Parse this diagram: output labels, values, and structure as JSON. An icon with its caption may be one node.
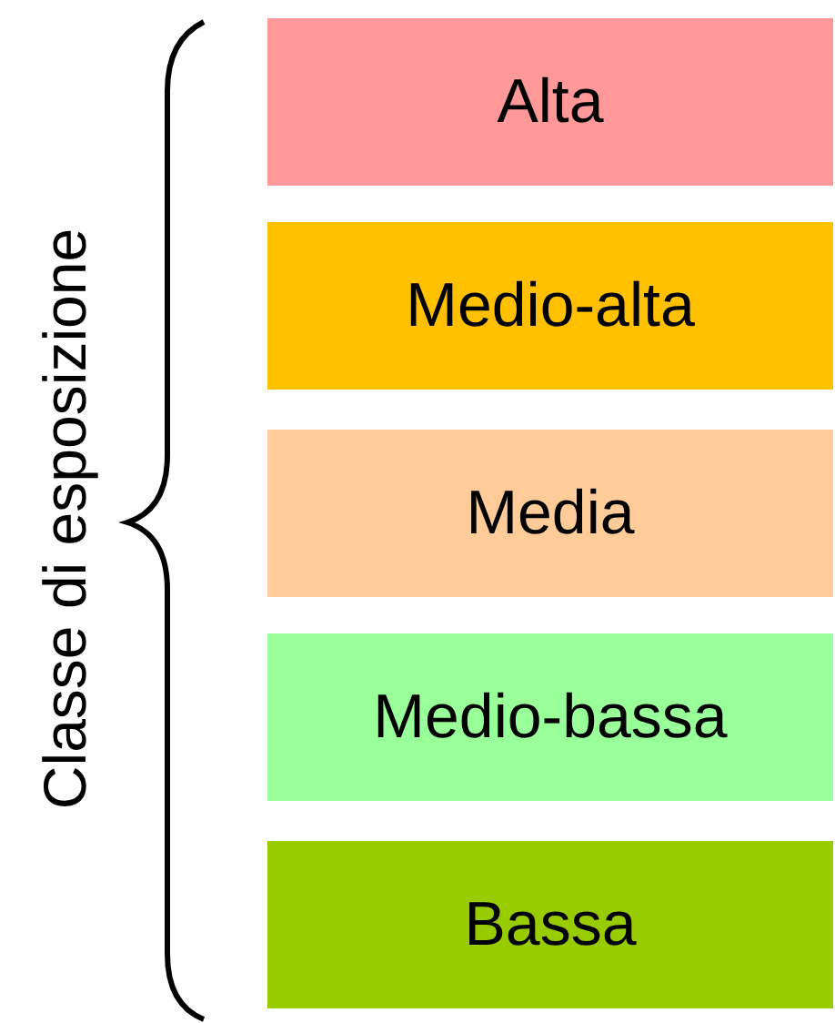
{
  "diagram": {
    "nodes": [
      {
        "text": [
          "Alta"
        ]
      },
      {
        "text": [
          "Medio-alta"
        ]
      },
      {
        "text": [
          "Media"
        ]
      },
      {
        "text": [
          "Medio-bassa"
        ]
      },
      {
        "text": [
          "Bassa"
        ]
      }
    ],
    "labels": [
      "Classe di esposizione"
    ]
  }
}
